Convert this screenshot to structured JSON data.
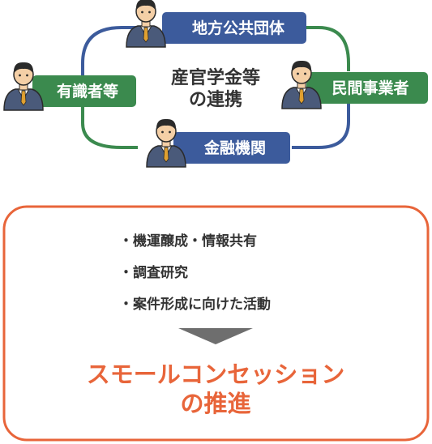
{
  "diagram": {
    "center": {
      "line1": "産官学金等",
      "line2": "の連携"
    },
    "nodes": {
      "top": "地方公共団体",
      "left": "有識者等",
      "right": "民間事業者",
      "bottom": "金融機関"
    },
    "box": {
      "bullets": [
        "・機運醸成・情報共有",
        "・調査研究",
        "・案件形成に向けた活動"
      ],
      "goal_line1": "スモールコンセッション",
      "goal_line2": "の推進"
    },
    "colors": {
      "blue": "#3c5b9c",
      "green": "#3b8a4e",
      "orange": "#e8653a",
      "arrow": "#6e6e6e",
      "text": "#333333"
    }
  }
}
